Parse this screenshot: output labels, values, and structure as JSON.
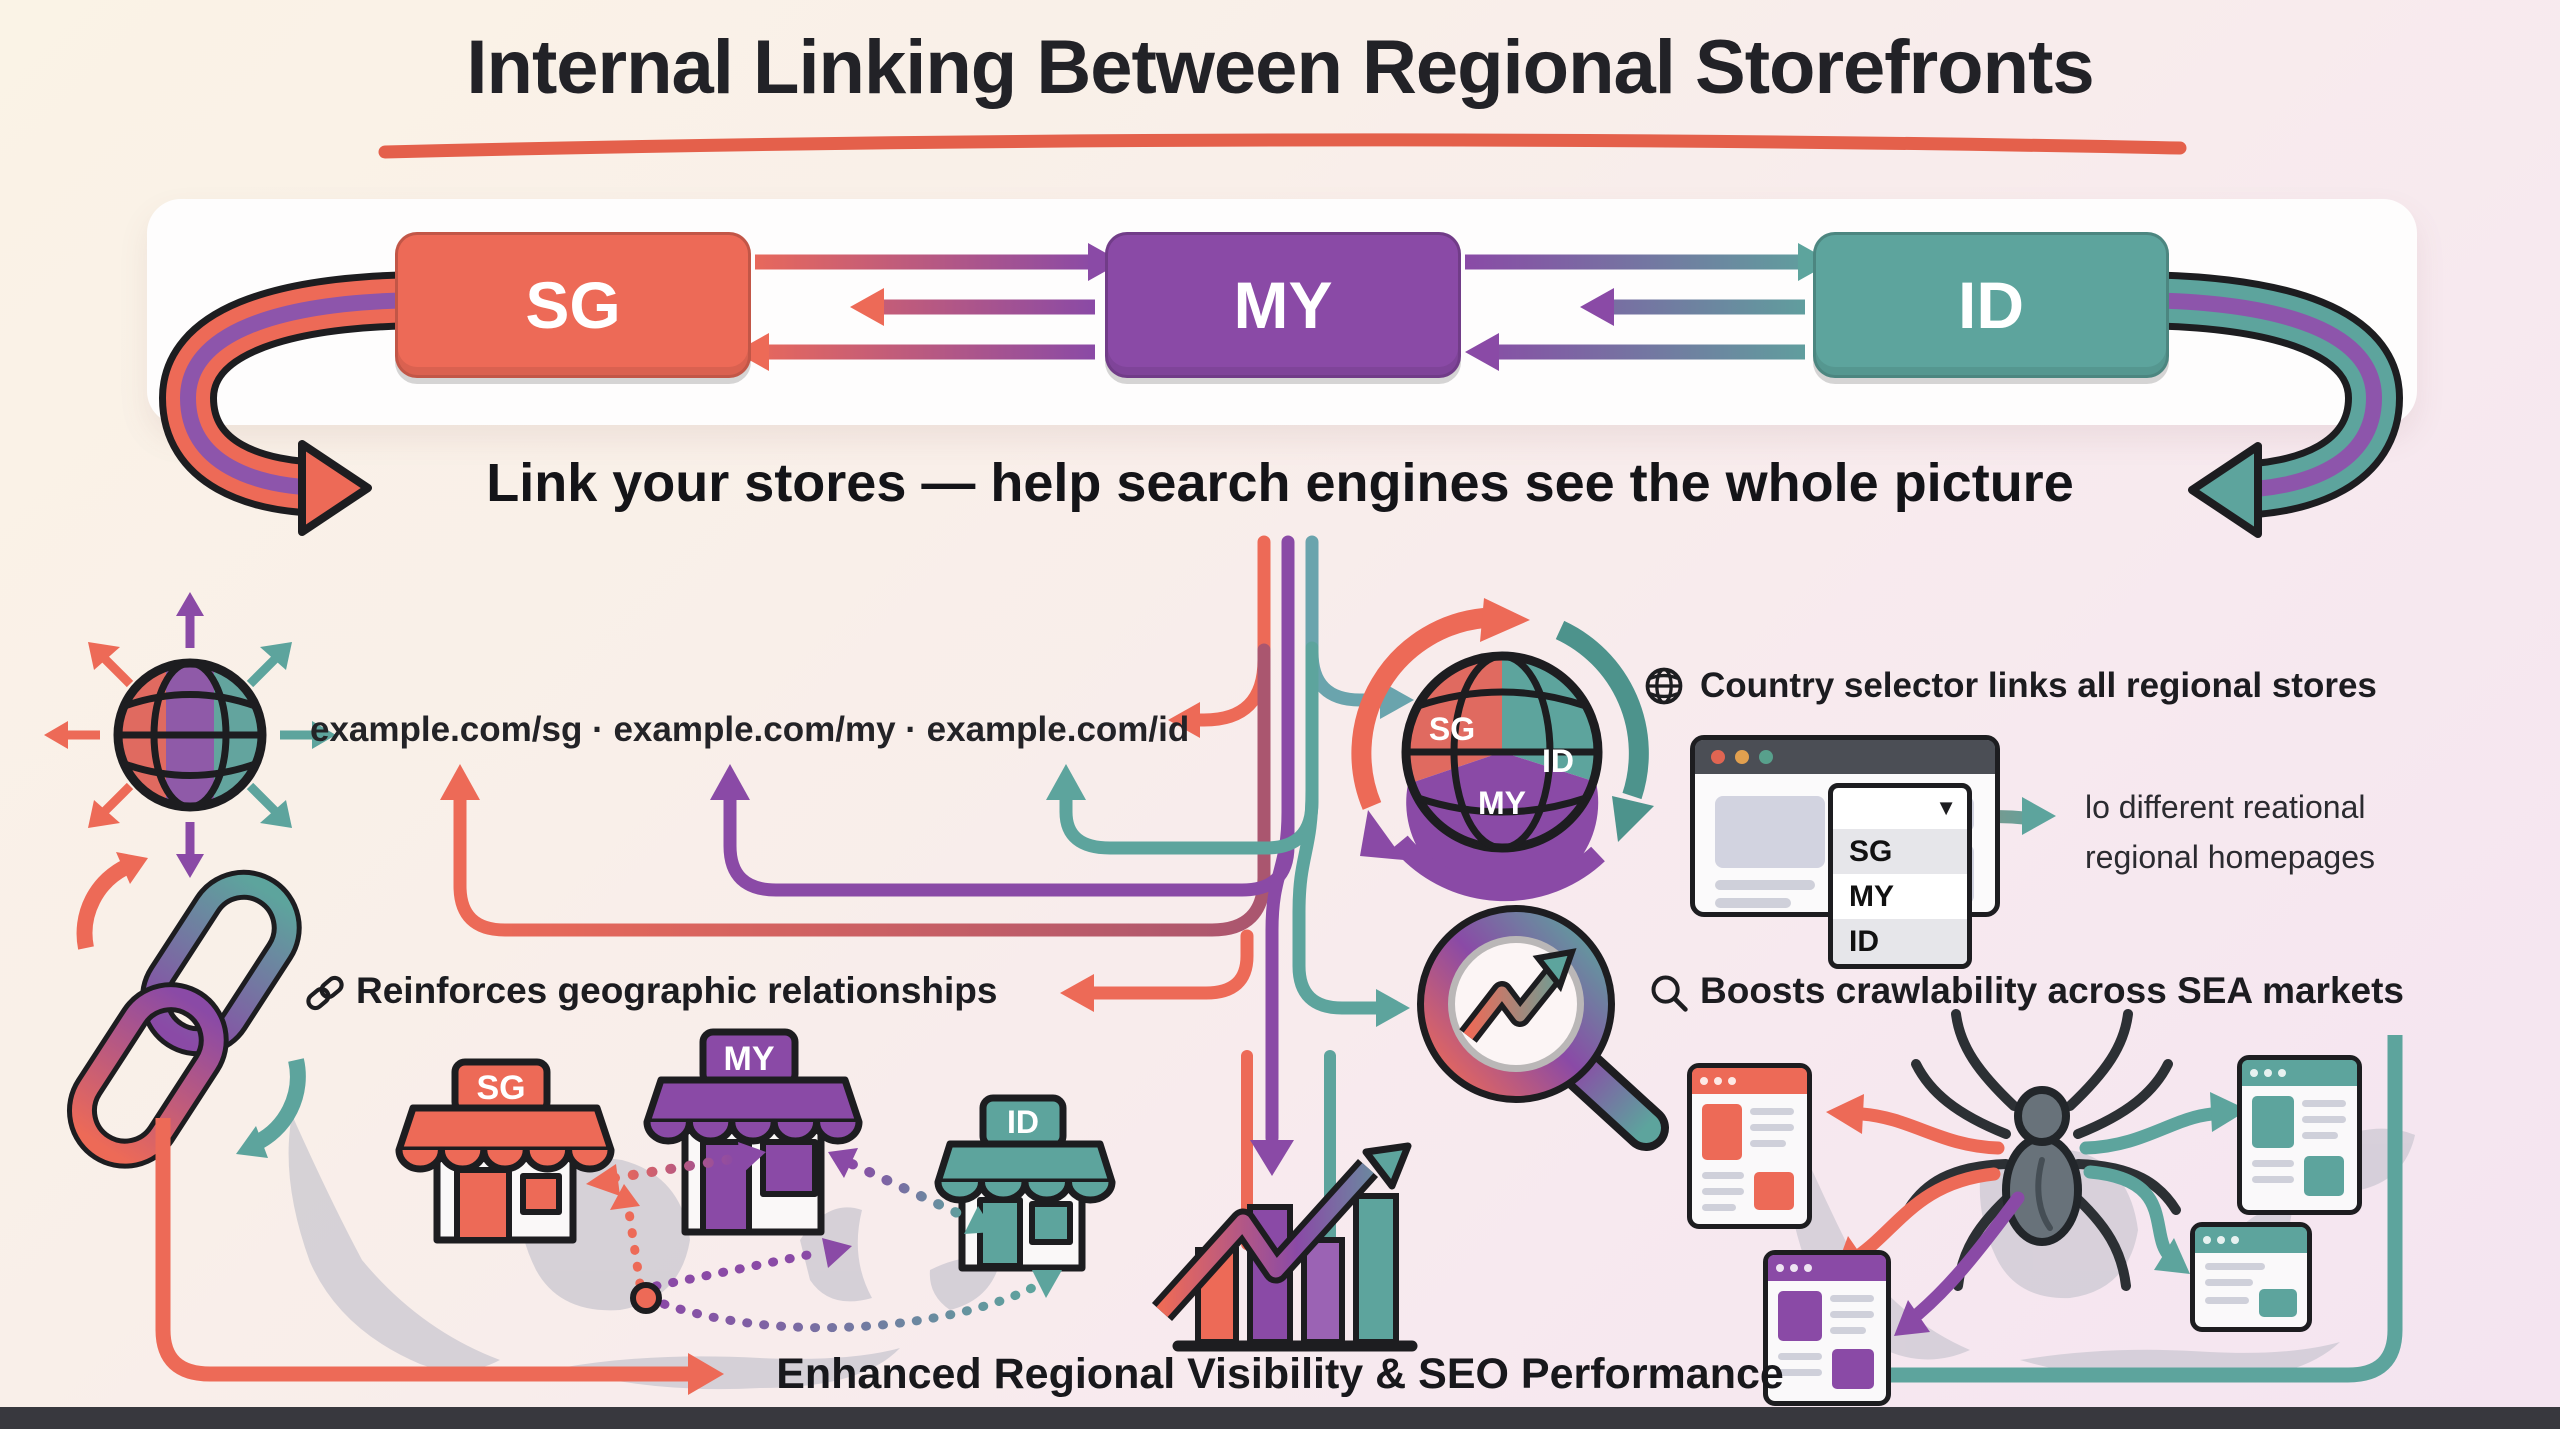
{
  "title": "Internal Linking Between Regional Storefronts",
  "subtitle": "Link your stores — help search engines see the whole picture",
  "banner": {
    "regions": [
      {
        "code": "SG",
        "color": "#ed6a57"
      },
      {
        "code": "MY",
        "color": "#8a4aa6"
      },
      {
        "code": "ID",
        "color": "#5da49d"
      }
    ]
  },
  "urls": {
    "line": "example.com/sg · example.com/my · example.com/id"
  },
  "selector": {
    "heading": "Country selector links all regional stores",
    "globe_segments": {
      "sg": "SG",
      "id": "ID",
      "my": "MY"
    },
    "dropdown": {
      "caret": "▼",
      "options": [
        "SG",
        "MY",
        "ID"
      ]
    },
    "caption": {
      "line1": "lo different reational",
      "line2": "regional homepages"
    }
  },
  "geo": {
    "heading": "Reinforces geographic relationships",
    "stores": [
      {
        "code": "SG"
      },
      {
        "code": "MY"
      },
      {
        "code": "ID"
      }
    ]
  },
  "crawl": {
    "heading": "Boosts crawlability across SEA markets"
  },
  "outcome": {
    "heading": "Enhanced Regional Visibility & SEO Performance"
  },
  "colors": {
    "coral": "#ed6a57",
    "purple": "#8a4aa6",
    "teal": "#5da49d",
    "ink": "#1d1d20",
    "underline": "#e4604b",
    "background_top": "#faf3e6",
    "background_bottom": "#f4e4f0"
  }
}
